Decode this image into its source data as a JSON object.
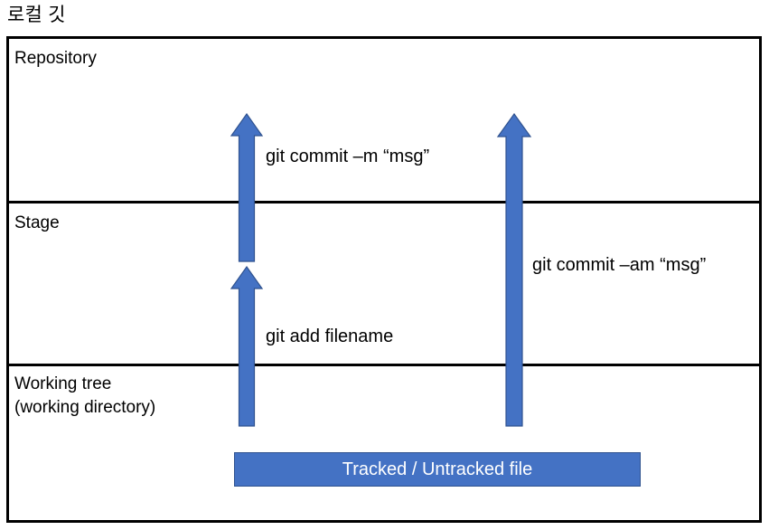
{
  "title": "로컬 깃",
  "frame": {
    "border_color": "#000000",
    "background": "#ffffff"
  },
  "bands": [
    {
      "id": "repository",
      "label": "Repository"
    },
    {
      "id": "stage",
      "label": "Stage"
    },
    {
      "id": "working-tree",
      "label": "Working tree\n(working directory)"
    }
  ],
  "arrows": [
    {
      "id": "commit-m",
      "caption": "git commit –m “msg”",
      "from": "Stage",
      "to": "Repository",
      "color": "#4472C4",
      "border_color": "#2F528F"
    },
    {
      "id": "git-add",
      "caption": "git add filename",
      "from": "Working tree",
      "to": "Stage",
      "color": "#4472C4",
      "border_color": "#2F528F"
    },
    {
      "id": "commit-am",
      "caption": "git commit –am “msg”",
      "from": "Working tree",
      "to": "Repository",
      "color": "#4472C4",
      "border_color": "#2F528F"
    }
  ],
  "file_bar": {
    "label": "Tracked / Untracked file",
    "fill": "#4472C4",
    "border_color": "#2F528F",
    "text_color": "#FFFFFF"
  }
}
